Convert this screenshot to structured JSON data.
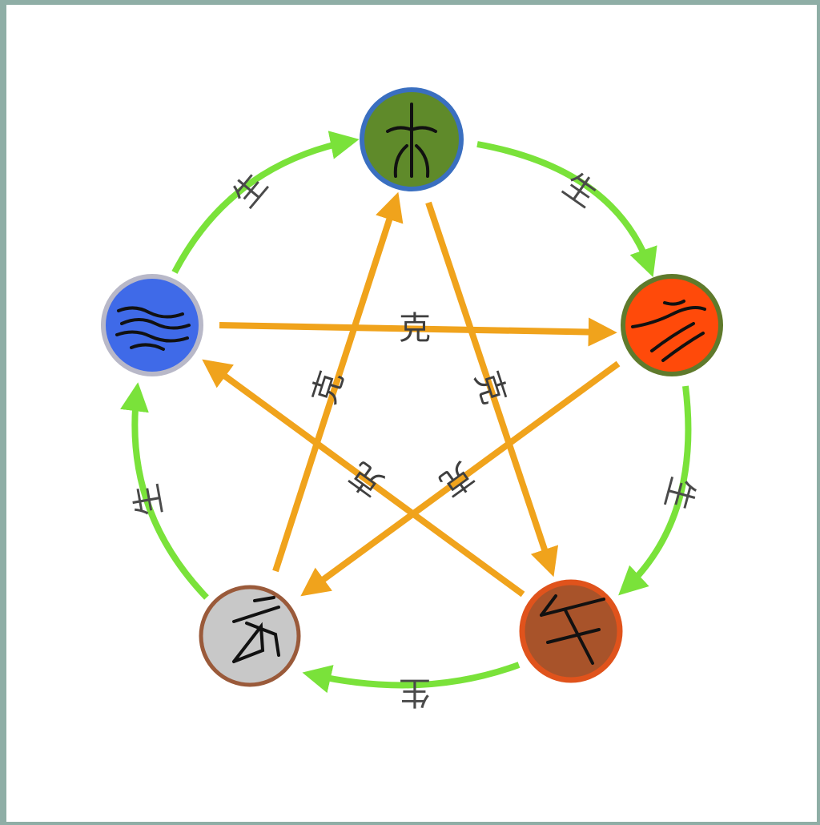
{
  "colors": {
    "background_frame": "#8faea6",
    "sheng_arrow": "#7ae23a",
    "ke_arrow": "#f0a31c",
    "label_text": "#4a4a4a",
    "wood_fill": "#5f8a2a",
    "wood_ring": "#3a6fc0",
    "fire_fill": "#ff4a0a",
    "fire_ring": "#5f7a2c",
    "earth_fill": "#a8532a",
    "earth_ring": "#e0531c",
    "metal_fill": "#c8c8c8",
    "metal_ring": "#9a5a3a",
    "water_fill": "#3f6ae8",
    "water_ring": "#b8b8c8"
  },
  "elements": [
    {
      "id": "wood",
      "glyph_icon": "wood-seal-glyph-icon"
    },
    {
      "id": "fire",
      "glyph_icon": "fire-seal-glyph-icon"
    },
    {
      "id": "earth",
      "glyph_icon": "earth-seal-glyph-icon"
    },
    {
      "id": "metal",
      "glyph_icon": "metal-seal-glyph-icon"
    },
    {
      "id": "water",
      "glyph_icon": "water-seal-glyph-icon"
    }
  ],
  "sheng_cycle": {
    "label": "生",
    "edges": [
      {
        "from": "wood",
        "to": "fire"
      },
      {
        "from": "fire",
        "to": "earth"
      },
      {
        "from": "earth",
        "to": "metal"
      },
      {
        "from": "metal",
        "to": "water"
      },
      {
        "from": "water",
        "to": "wood"
      }
    ]
  },
  "ke_cycle": {
    "label": "克",
    "edges": [
      {
        "from": "water",
        "to": "fire"
      },
      {
        "from": "wood",
        "to": "earth"
      },
      {
        "from": "metal",
        "to": "wood"
      },
      {
        "from": "fire",
        "to": "metal"
      },
      {
        "from": "earth",
        "to": "water"
      }
    ]
  }
}
